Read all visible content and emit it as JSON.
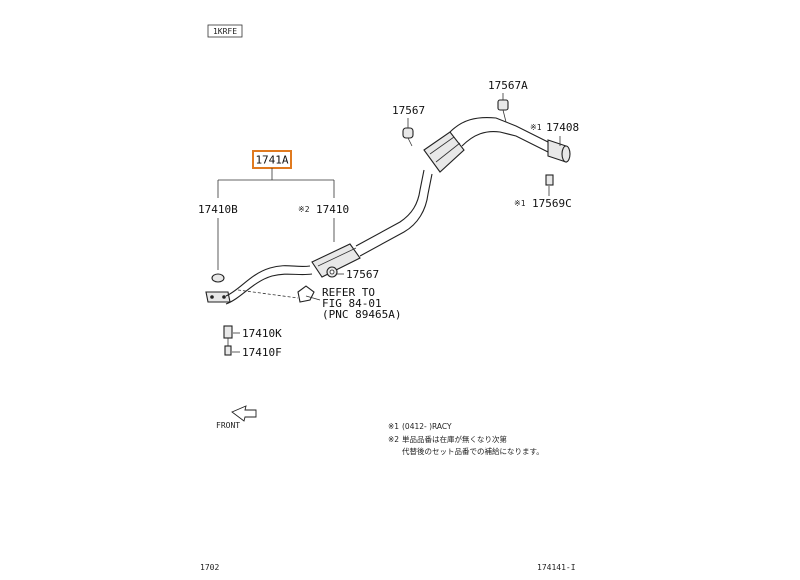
{
  "engine_tag": "1KRFE",
  "callouts": {
    "p1741A": "1741A",
    "p17410B": "17410B",
    "p17410": "17410",
    "p17410_mark": "※2",
    "p17567_low": "17567",
    "p17567_up": "17567",
    "p17567A": "17567A",
    "p17408": "17408",
    "p17408_mark": "※1",
    "p17569C": "17569C",
    "p17569C_mark": "※1",
    "p17410K": "17410K",
    "p17410F": "17410F"
  },
  "refer": {
    "line1": "REFER TO",
    "line2": "FIG 84-01",
    "line3": "(PNC 89465A)"
  },
  "front_label": "FRONT",
  "notes": {
    "n1_mark": "※1",
    "n1_text": "(0412-        )RACY",
    "n2_mark": "※2",
    "n2_line1": "単品品番は在庫が無くなり次第",
    "n2_line2": "代替後のセット品番での補給になります。"
  },
  "footer": {
    "left": "1702",
    "right": "174141-I"
  },
  "colors": {
    "highlight": "#e07a1f",
    "line": "#222222"
  }
}
